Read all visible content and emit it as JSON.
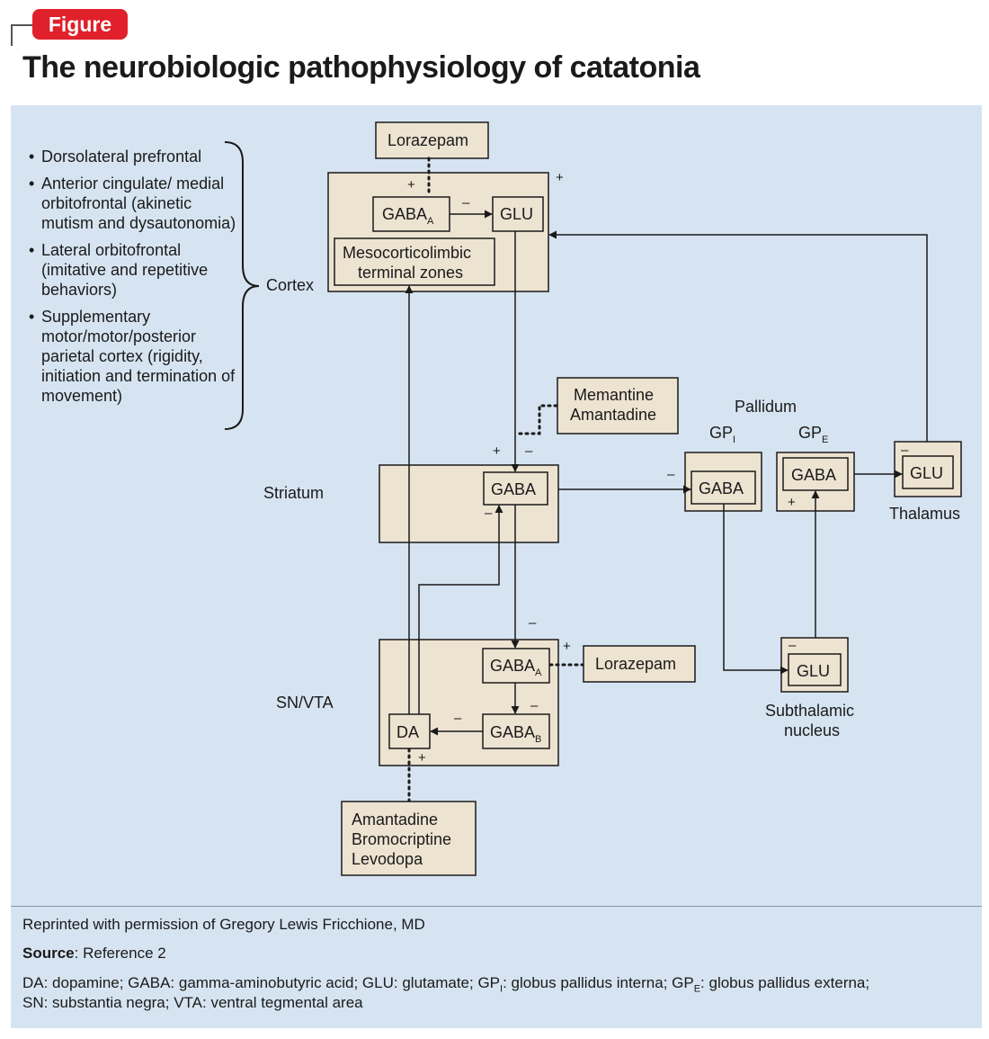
{
  "header": {
    "badge": "Figure",
    "title": "The neurobiologic pathophysiology of catatonia"
  },
  "cortex_regions": [
    "Dorsolateral prefrontal",
    "Anterior cingulate/ medial orbitofrontal (akinetic mutism and dysautonomia)",
    "Lateral orbitofrontal (imitative and repetitive behaviors)",
    "Supplementary motor/motor/posterior parietal cortex (rigidity, initiation and termination of movement)"
  ],
  "regions": {
    "cortex": "Cortex",
    "striatum": "Striatum",
    "sn_vta": "SN/VTA",
    "pallidum": "Pallidum",
    "thalamus": "Thalamus",
    "subthalamic_line1": "Subthalamic",
    "subthalamic_line2": "nucleus",
    "gpi": "GP",
    "gpi_sub": "I",
    "gpe": "GP",
    "gpe_sub": "E"
  },
  "nodes": {
    "cortex_gaba_a": "GABA",
    "cortex_gaba_a_sub": "A",
    "cortex_glu": "GLU",
    "mesocorticolimbic_1": "Mesocorticolimbic",
    "mesocorticolimbic_2": "terminal zones",
    "striatum_gaba": "GABA",
    "snvta_gaba_a": "GABA",
    "snvta_gaba_a_sub": "A",
    "snvta_gaba_b": "GABA",
    "snvta_gaba_b_sub": "B",
    "da": "DA",
    "gpi_gaba": "GABA",
    "gpe_gaba": "GABA",
    "thalamus_glu": "GLU",
    "stn_glu": "GLU"
  },
  "drugs": {
    "lorazepam_top": "Lorazepam",
    "memantine": "Memantine",
    "amantadine_1": "Amantadine",
    "lorazepam_mid": "Lorazepam",
    "amantadine_2": "Amantadine",
    "bromocriptine": "Bromocriptine",
    "levodopa": "Levodopa"
  },
  "signs": {
    "plus": "+",
    "minus": "–"
  },
  "footer": {
    "reprint": "Reprinted with permission of Gregory Lewis Fricchione, MD",
    "source_label": "Source",
    "source_text": ": Reference 2",
    "abbrev_1a": "DA: dopamine; GABA: gamma-aminobutyric acid; GLU: glutamate; GP",
    "abbrev_1b": "I",
    "abbrev_1c": ": globus pallidus interna; GP",
    "abbrev_1d": "E",
    "abbrev_1e": ": globus pallidus externa;",
    "abbrev_2": "SN: substantia negra; VTA: ventral tegmental area"
  },
  "colors": {
    "badge": "#e0202a",
    "panel": "#d6e4f1",
    "box_fill": "#ede3d1",
    "line": "#1a1a1a"
  }
}
